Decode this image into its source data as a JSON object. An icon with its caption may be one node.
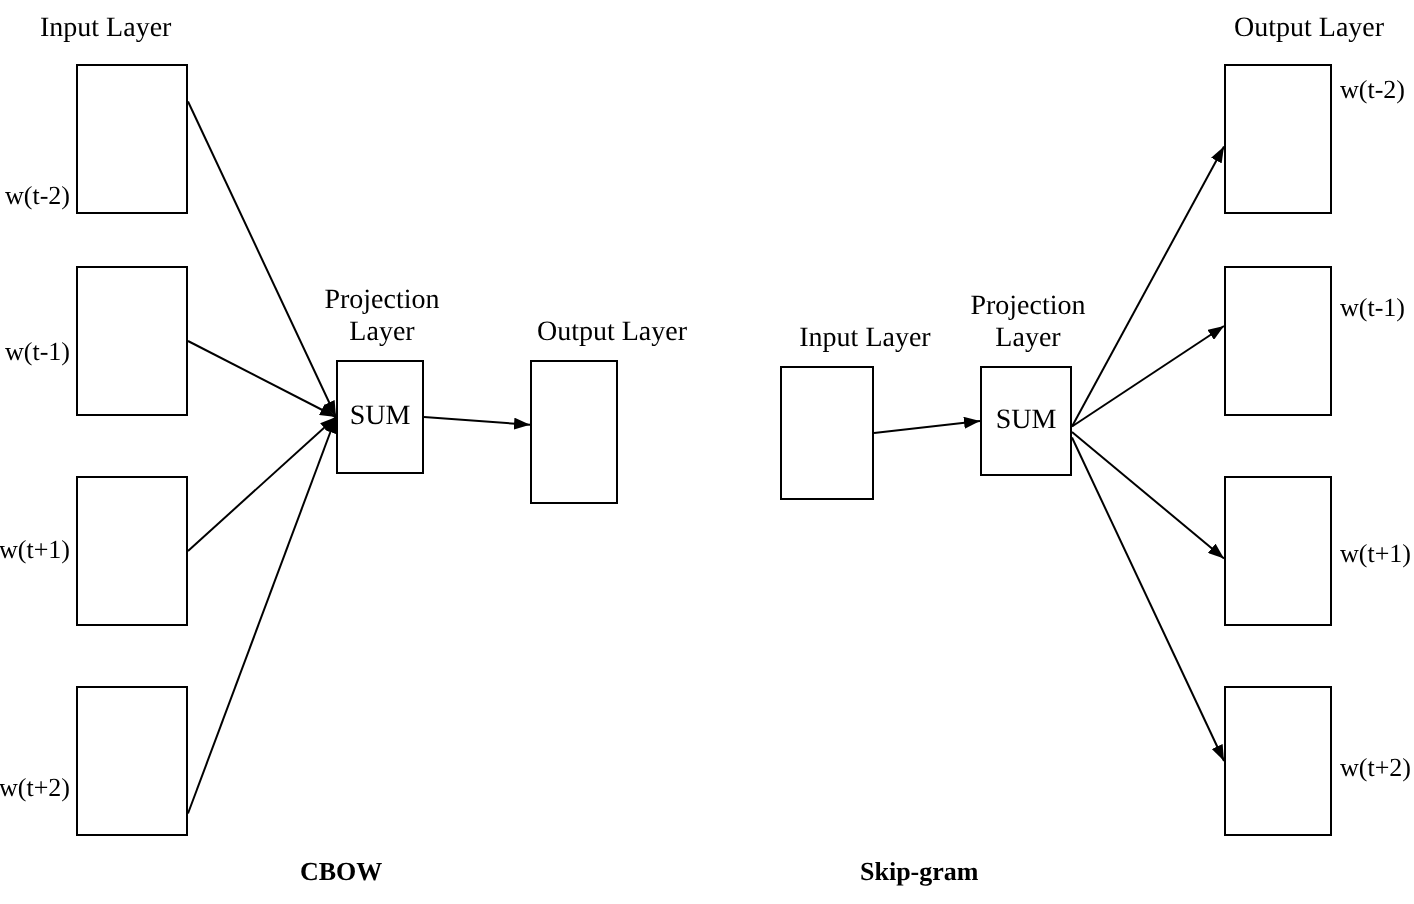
{
  "diagram": {
    "nodes": [
      {
        "text": [],
        "shape": "box",
        "beside": [
          "w(t-2)"
        ]
      },
      {
        "text": [],
        "shape": "box",
        "beside": [
          "w(t-1)"
        ]
      },
      {
        "text": [],
        "shape": "box",
        "beside": [
          "w(t+1)"
        ]
      },
      {
        "text": [],
        "shape": "box",
        "beside": [
          "w(t+2)"
        ]
      },
      {
        "text": [
          "Projection Layer",
          "SUM"
        ]
      },
      {
        "text": [
          "Output Layer"
        ]
      },
      {
        "text": [
          "Input Layer"
        ]
      },
      {
        "text": [
          "Projection Layer",
          "SUM"
        ]
      },
      {
        "text": [],
        "shape": "box",
        "beside": [
          "w(t-2)"
        ]
      },
      {
        "text": [],
        "shape": "box",
        "beside": [
          "w(t-1)"
        ]
      },
      {
        "text": [],
        "shape": "box",
        "beside": [
          "w(t+1)"
        ]
      },
      {
        "text": [],
        "shape": "box",
        "beside": [
          "w(t+2)"
        ]
      }
    ],
    "edges": [
      {
        "from": 0,
        "to": 4,
        "arrow": "to"
      },
      {
        "from": 1,
        "to": 4,
        "arrow": "to"
      },
      {
        "from": 2,
        "to": 4,
        "arrow": "to"
      },
      {
        "from": 3,
        "to": 4,
        "arrow": "to"
      },
      {
        "from": 4,
        "to": 5,
        "arrow": "to"
      },
      {
        "from": 6,
        "to": 7,
        "arrow": "to"
      },
      {
        "from": 7,
        "to": 8,
        "arrow": "to"
      },
      {
        "from": 7,
        "to": 9,
        "arrow": "to"
      },
      {
        "from": 7,
        "to": 10,
        "arrow": "to"
      },
      {
        "from": 7,
        "to": 11,
        "arrow": "to"
      }
    ],
    "labels": [
      "Input Layer",
      "Output Layer",
      "CBOW",
      "Skip-gram"
    ]
  }
}
